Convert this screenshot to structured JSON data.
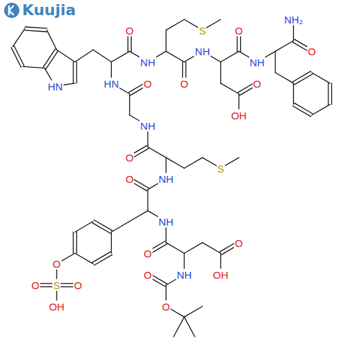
{
  "diagram": {
    "labels": [
      "Kuujia",
      "HN",
      "O",
      "HN",
      "S",
      "NH",
      "O",
      "NH",
      "O",
      "NH",
      "NH₂",
      "O",
      "O",
      "OH",
      "O",
      "NH",
      "O",
      "S",
      "NH",
      "O",
      "NH",
      "O",
      "O",
      "OH",
      "NH",
      "O",
      "O",
      "O",
      "S",
      "O",
      "O",
      "OH"
    ]
  }
}
